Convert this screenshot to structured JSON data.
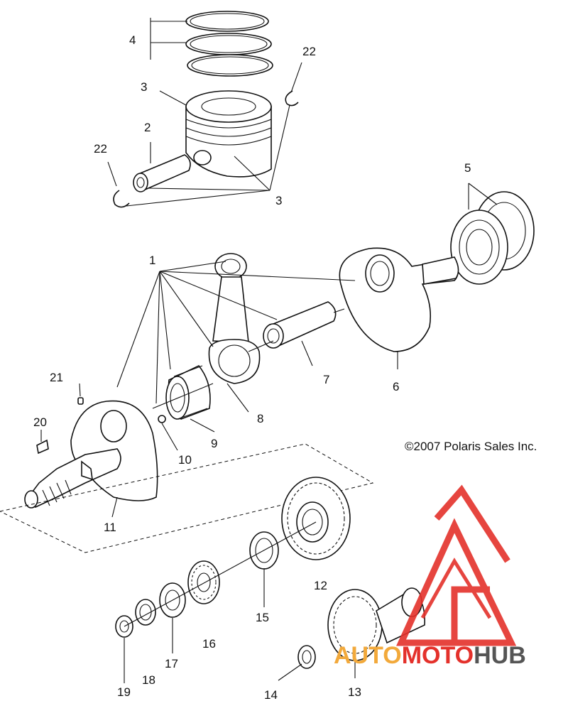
{
  "diagram": {
    "callouts": {
      "c1": "1",
      "c2": "2",
      "c3a": "3",
      "c3b": "3",
      "c4": "4",
      "c5": "5",
      "c6": "6",
      "c7": "7",
      "c8": "8",
      "c9": "9",
      "c10": "10",
      "c11": "11",
      "c12": "12",
      "c13": "13",
      "c14": "14",
      "c15": "15",
      "c16": "16",
      "c17": "17",
      "c18": "18",
      "c19": "19",
      "c20": "20",
      "c21": "21",
      "c22a": "22",
      "c22b": "22"
    },
    "copyright": "©2007 Polaris Sales Inc."
  },
  "watermark": {
    "part1": "AUTO",
    "part2": "MOTO",
    "part3": "HUB",
    "colors": {
      "auto": "#f2a93b",
      "moto": "#e4312b",
      "hub": "#555555",
      "logo": "#e4312b"
    }
  }
}
